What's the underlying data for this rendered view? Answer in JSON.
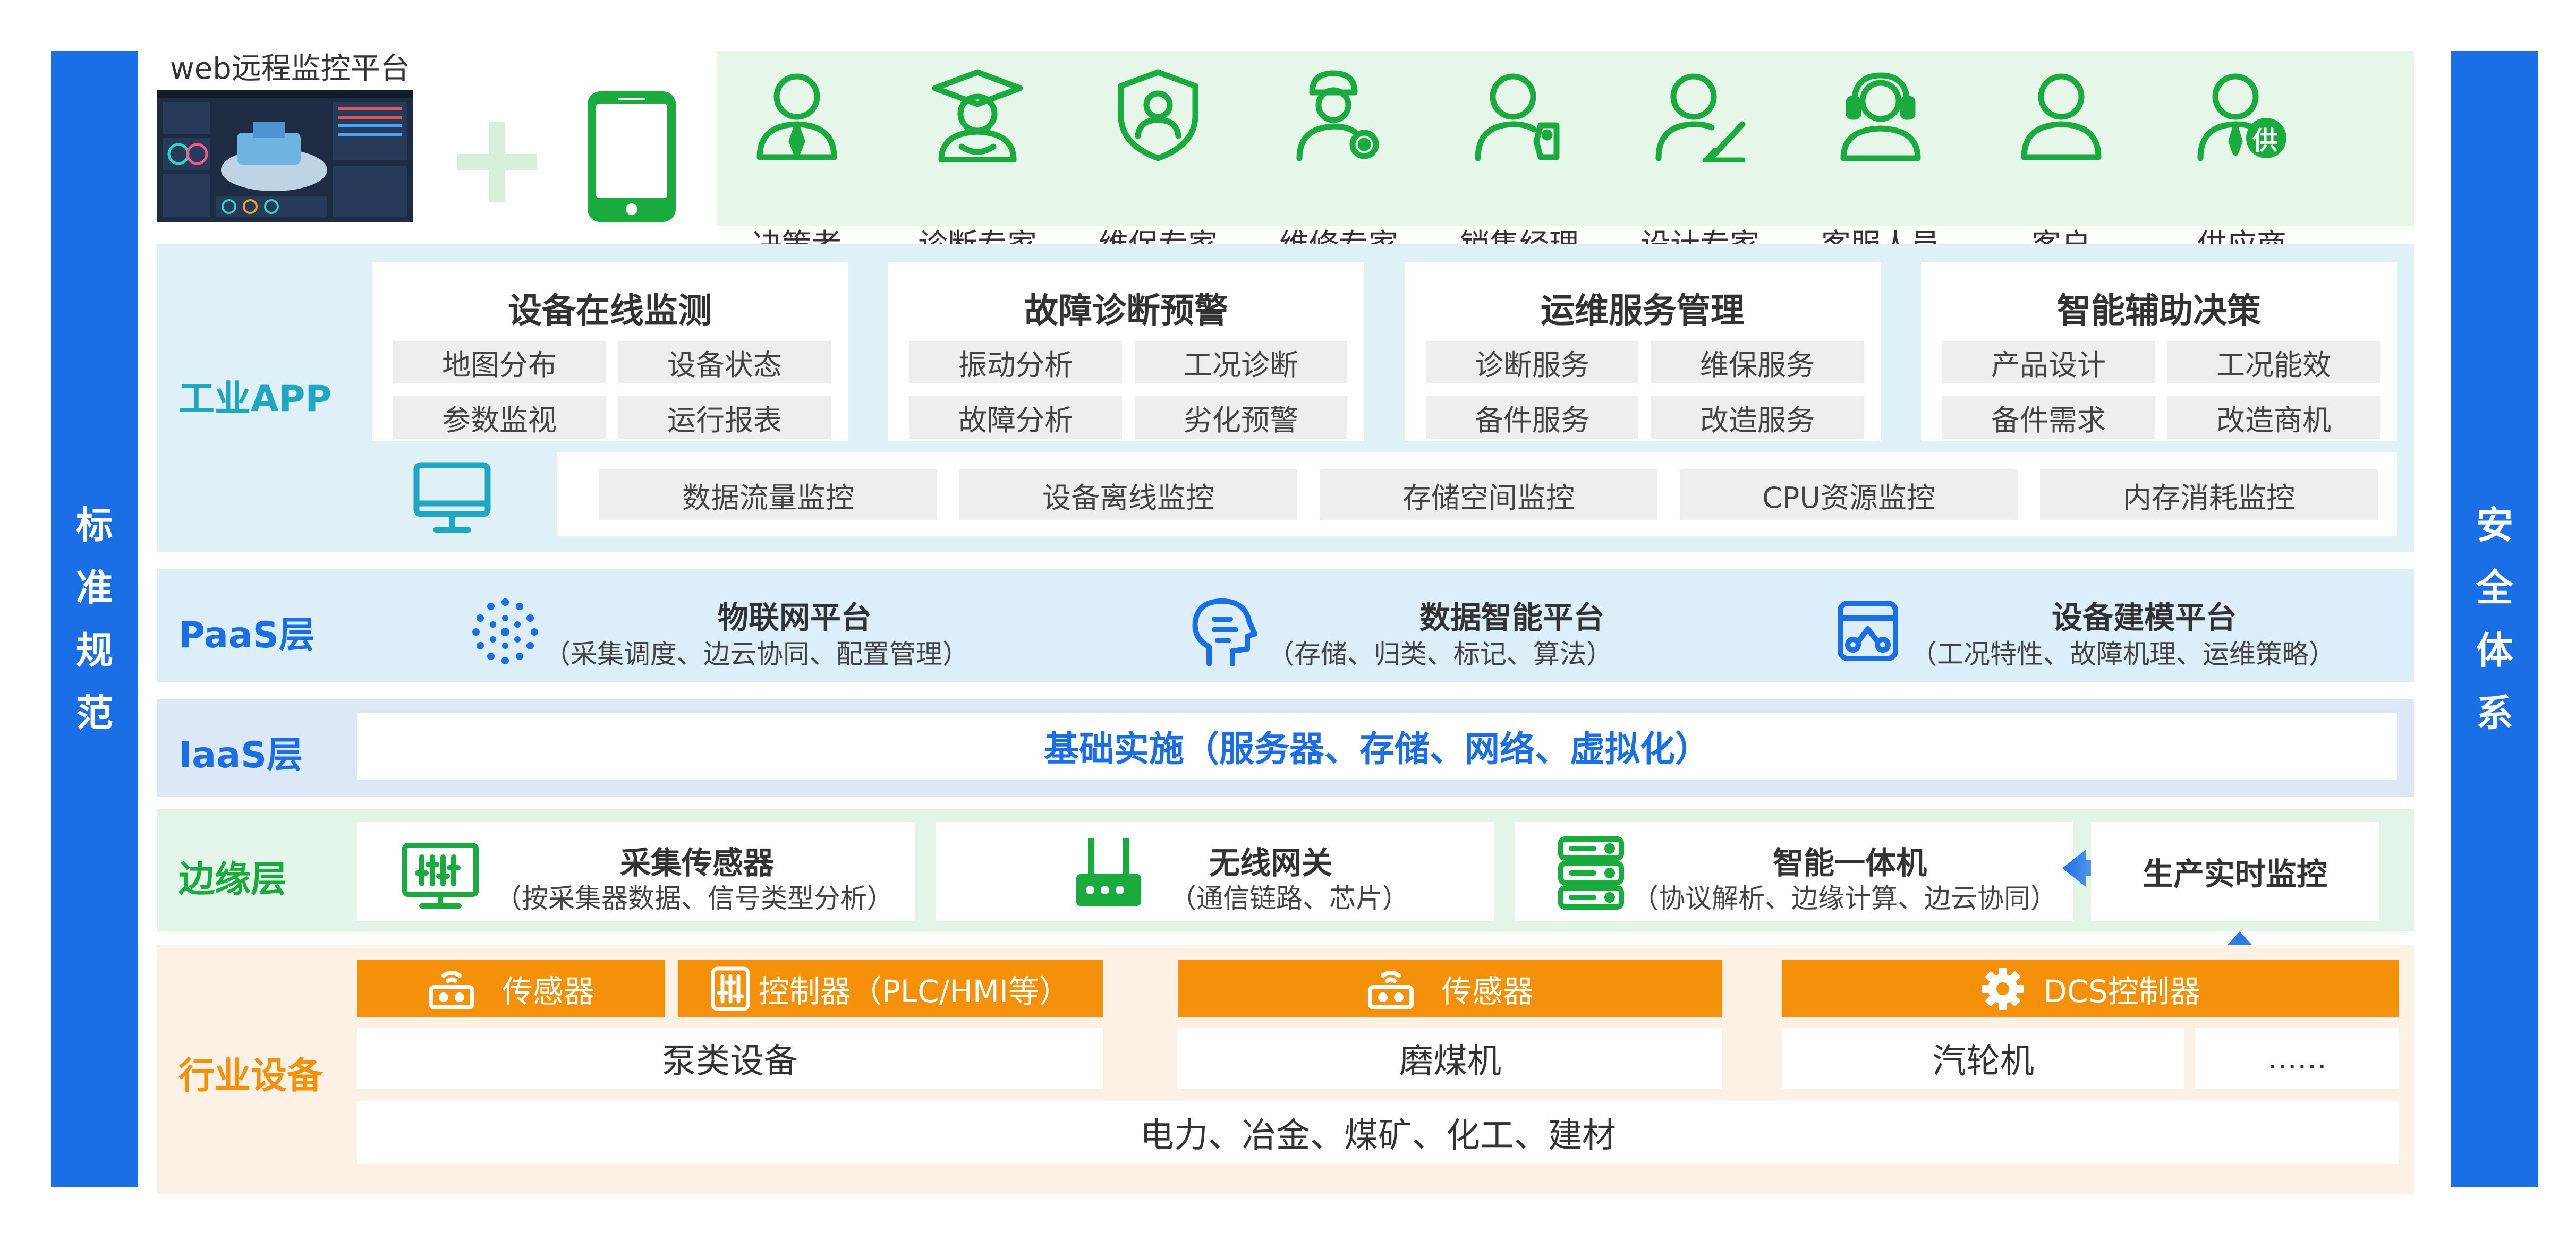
{
  "sides": {
    "left": [
      "标",
      "准",
      "规",
      "范"
    ],
    "right": [
      "安",
      "全",
      "体",
      "系"
    ]
  },
  "top": {
    "web_label": "web远程监控平台",
    "roles": [
      "决策者",
      "诊断专家",
      "维保专家",
      "维修专家",
      "销售经理",
      "设计专家",
      "客服人员",
      "客户",
      "供应商"
    ],
    "supplier_badge": "供"
  },
  "app": {
    "label": "工业APP",
    "modules": [
      {
        "title": "设备在线监测",
        "items": [
          "地图分布",
          "设备状态",
          "参数监视",
          "运行报表"
        ]
      },
      {
        "title": "故障诊断预警",
        "items": [
          "振动分析",
          "工况诊断",
          "故障分析",
          "劣化预警"
        ]
      },
      {
        "title": "运维服务管理",
        "items": [
          "诊断服务",
          "维保服务",
          "备件服务",
          "改造服务"
        ]
      },
      {
        "title": "智能辅助决策",
        "items": [
          "产品设计",
          "工况能效",
          "备件需求",
          "改造商机"
        ]
      }
    ],
    "monitors": [
      "数据流量监控",
      "设备离线监控",
      "存储空间监控",
      "CPU资源监控",
      "内存消耗监控"
    ]
  },
  "paas": {
    "label": "PaaS层",
    "platforms": [
      {
        "title": "物联网平台",
        "sub": "（采集调度、边云协同、配置管理）"
      },
      {
        "title": "数据智能平台",
        "sub": "（存储、归类、标记、算法）"
      },
      {
        "title": "设备建模平台",
        "sub": "（工况特性、故障机理、运维策略）"
      }
    ]
  },
  "iaas": {
    "label": "IaaS层",
    "text": "基础实施（服务器、存储、网络、虚拟化）"
  },
  "edge": {
    "label": "边缘层",
    "items": [
      {
        "title": "采集传感器",
        "sub": "（按采集器数据、信号类型分析）"
      },
      {
        "title": "无线网关",
        "sub": "（通信链路、芯片）"
      },
      {
        "title": "智能一体机",
        "sub": "（协议解析、边缘计算、边云协同）"
      }
    ],
    "monitor": "生产实时监控"
  },
  "devices": {
    "label": "行业设备",
    "bars": [
      "传感器",
      "控制器（PLC/HMI等）",
      "传感器",
      "DCS控制器"
    ],
    "equipment": [
      "泵类设备",
      "磨煤机",
      "汽轮机",
      "……"
    ],
    "industries": "电力、冶金、煤矿、化工、建材"
  },
  "colors": {
    "blue": "#1a6ee6",
    "green": "#1aab3e",
    "teal": "#1fa6c3",
    "orange": "#f5900a"
  }
}
